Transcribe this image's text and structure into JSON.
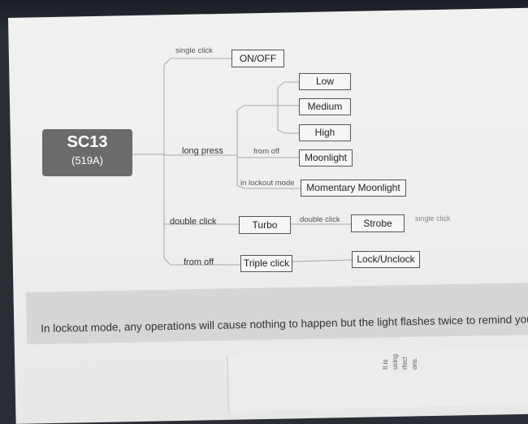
{
  "device": {
    "model": "SC13",
    "variant": "(519A)"
  },
  "labels": {
    "single_click": "single click",
    "long_press": "long press",
    "from_off_1": "from off",
    "in_lockout_mode": "in lockout mode",
    "double_click": "double click",
    "double_click_2": "double click",
    "single_click_2": "single click",
    "from_off_2": "from off"
  },
  "boxes": {
    "on_off": "ON/OFF",
    "low": "Low",
    "medium": "Medium",
    "high": "High",
    "moonlight": "Moonlight",
    "momentary_moonlight": "Momentary Moonlight",
    "turbo": "Turbo",
    "strobe": "Strobe",
    "triple_click": "Triple click",
    "lock_unlock": "Lock/Unclock"
  },
  "footer": {
    "note": "In lockout mode, any operations will cause nothing to happen but the light flashes twice to remind you.",
    "edge_fragments": [
      "It is",
      "ucing",
      "rfect",
      "ons."
    ]
  }
}
